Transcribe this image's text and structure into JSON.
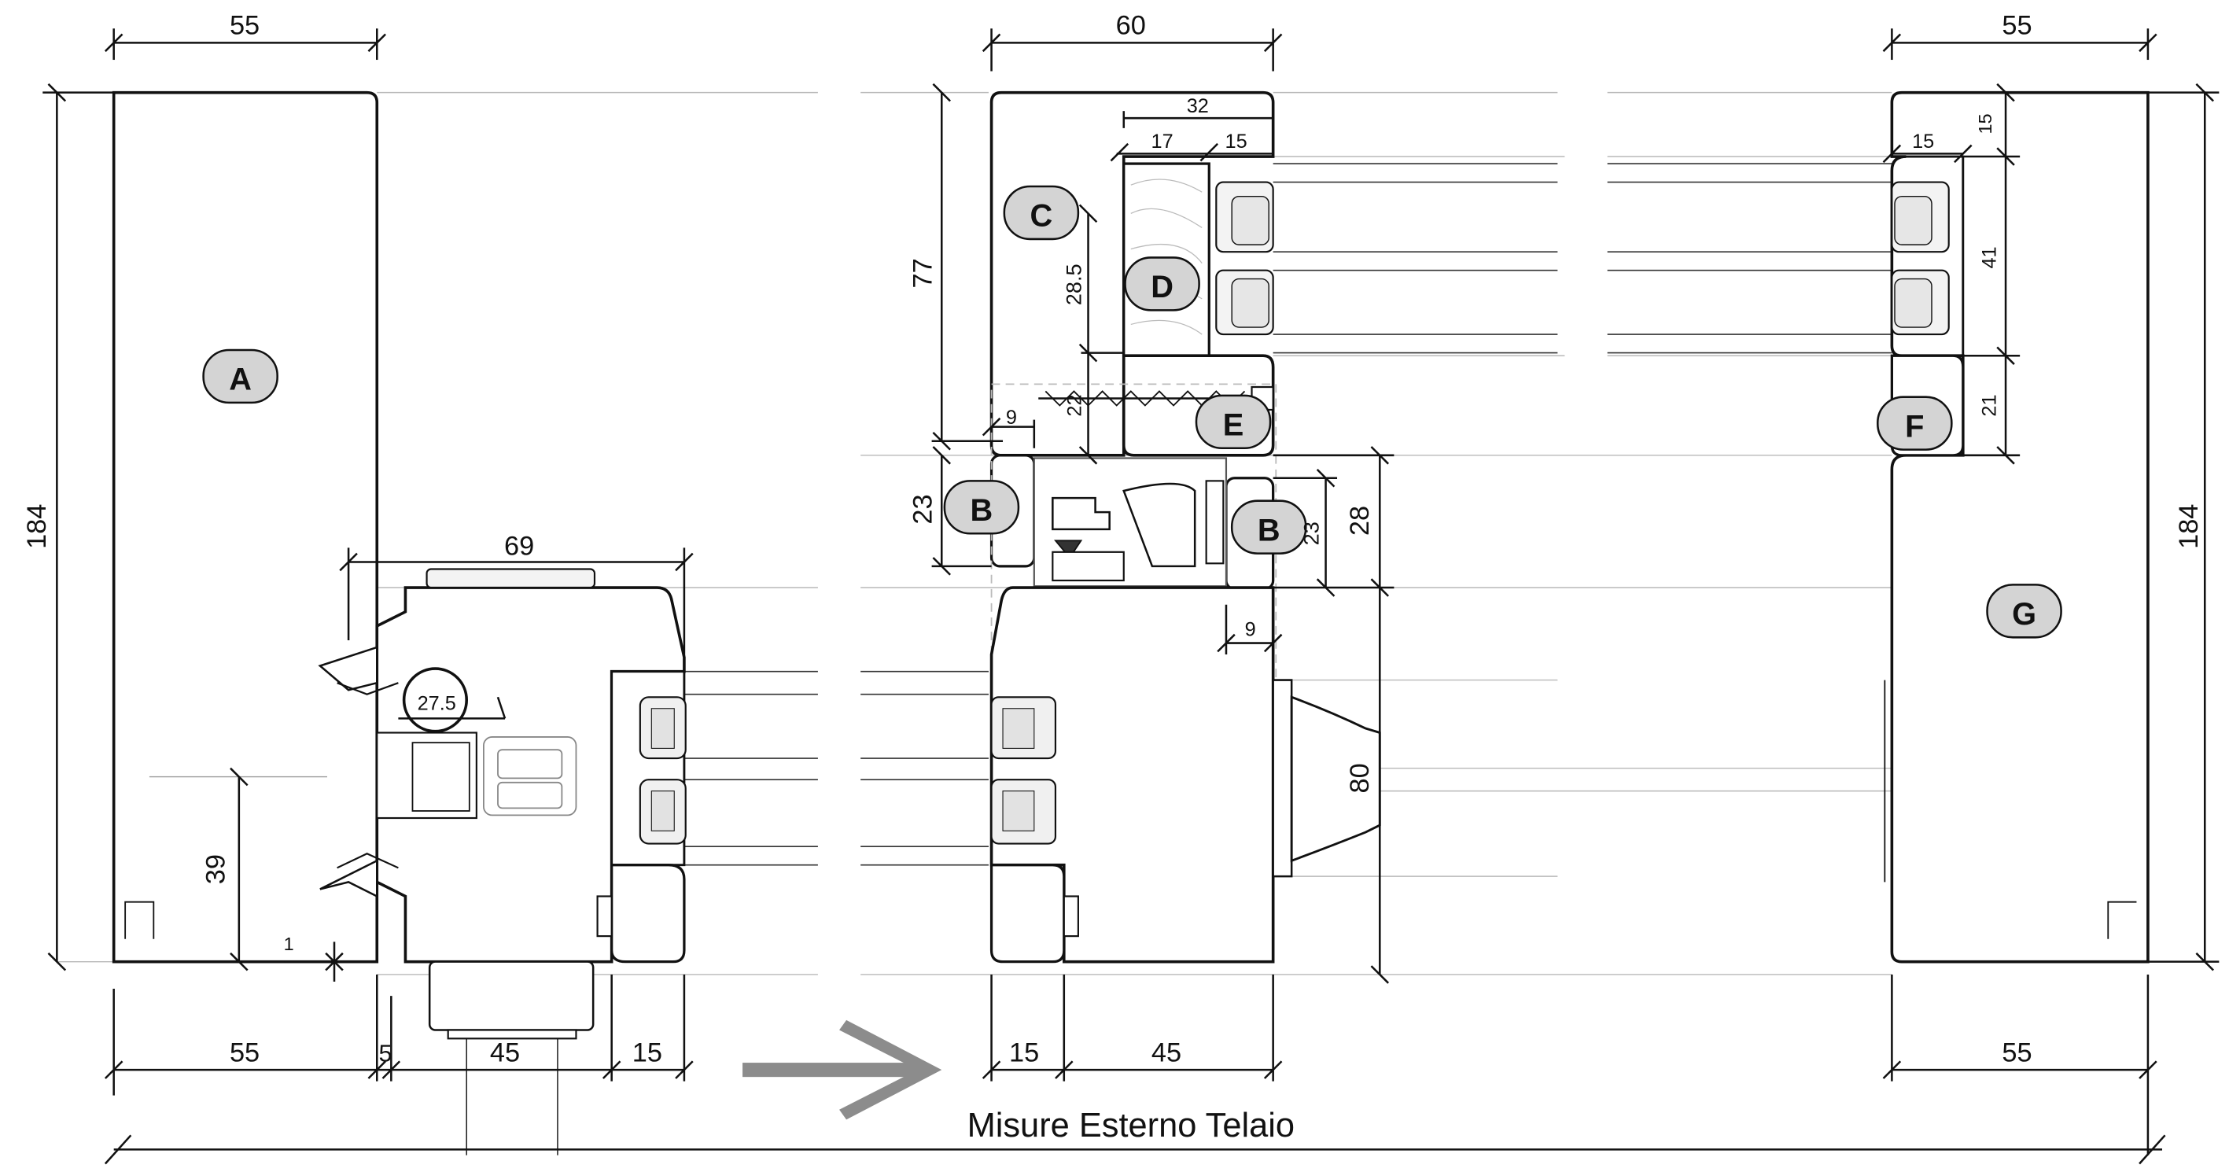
{
  "caption": "Misure Esterno Telaio",
  "callouts": {
    "a": "A",
    "b1": "B",
    "b2": "B",
    "c": "C",
    "d": "D",
    "e": "E",
    "f": "F",
    "g": "G"
  },
  "dims": {
    "top_left_55": "55",
    "top_mid_60": "60",
    "top_right_55": "55",
    "left_184": "184",
    "right_184": "184",
    "d_69": "69",
    "d_27_5": "27.5",
    "d_39": "39",
    "d_1": "1",
    "bot_55_left": "55",
    "bot_5": "5",
    "bot_45_left": "45",
    "bot_15_left": "15",
    "bot_15_mid": "15",
    "bot_45_mid": "45",
    "bot_55_right": "55",
    "d_32": "32",
    "d_17": "17",
    "d_15_mid": "15",
    "d_77": "77",
    "d_28_5": "28.5",
    "d_22": "22",
    "d_9_top": "9",
    "d_23_left": "23",
    "d_23_right": "23",
    "d_28": "28",
    "d_9_bot": "9",
    "d_80": "80",
    "r_15_top": "15",
    "r_15_side": "15",
    "r_41": "41",
    "r_21": "21"
  },
  "colors": {
    "line": "#111111",
    "callout_fill": "#d4d4d4",
    "arrow": "#8c8c8c",
    "ghost": "#bdbdbd"
  }
}
